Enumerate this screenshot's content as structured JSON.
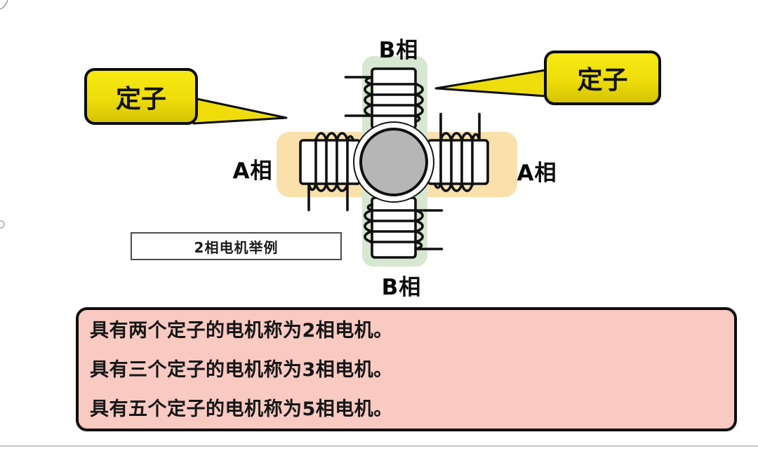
{
  "slide": {
    "phase_labels": {
      "top": "B相",
      "bottom": "B相",
      "left": "A相",
      "right": "A相"
    },
    "callout_left": "定子",
    "callout_right": "定子",
    "caption": "2相电机举例",
    "notes": {
      "lines": [
        "具有两个定子的电机称为2相电机。",
        "具有三个定子的电机称为3相电机。",
        "具有五个定子的电机称为5相电机。"
      ]
    },
    "colors": {
      "callout_yellow": "#eedd0a",
      "phase_a_band_orange": "#fae1ac",
      "phase_b_band_green": "#d7e7d2",
      "rotor_gray": "#b6b6b6",
      "notes_pink": "#f8cac2",
      "line_black": "#101010"
    }
  }
}
